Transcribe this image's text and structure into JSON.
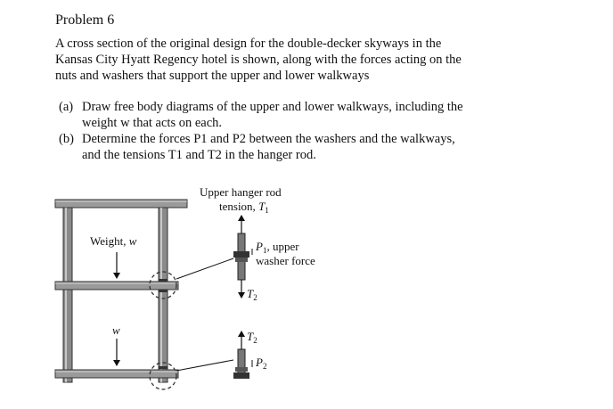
{
  "problem": {
    "heading": "Problem 6",
    "intro_lines": [
      "A cross section of the original design for the double-decker skyways in the",
      "Kansas City Hyatt Regency hotel is shown, along with the forces acting on the",
      "nuts and washers that support the upper and lower walkways"
    ],
    "parts": [
      {
        "marker": "(a)",
        "lines": [
          "Draw free body diagrams of the upper and lower walkways, including the",
          "weight w that acts on each."
        ]
      },
      {
        "marker": "(b)",
        "lines": [
          "Determine the forces P1 and P2 between the washers and the walkways,",
          "and the tensions T1 and T2 in the hanger rod."
        ]
      }
    ]
  },
  "figure": {
    "upper_rod_label_line1": "Upper hanger rod",
    "upper_rod_label_line2": "tension,",
    "t1_symbol": "T",
    "t1_sub": "1",
    "weight_label": "Weight,",
    "weight_symbol": "w",
    "w_lower_symbol": "w",
    "p1_symbol": "P",
    "p1_sub": "1",
    "p1_label_line1": ", upper",
    "p1_label_line2": "washer force",
    "t2_symbol": "T",
    "t2_sub": "2",
    "p2_symbol": "P",
    "p2_sub": "2"
  }
}
